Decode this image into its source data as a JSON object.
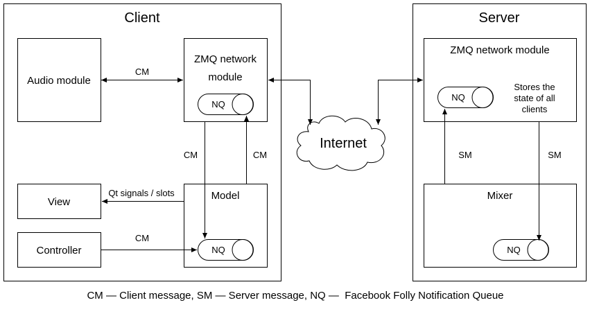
{
  "groups": {
    "client": "Client",
    "server": "Server"
  },
  "nodes": {
    "audio_module": "Audio module",
    "client_zmq_line1": "ZMQ network",
    "client_zmq_line2": "module",
    "view": "View",
    "controller": "Controller",
    "model": "Model",
    "server_zmq": "ZMQ network module",
    "stores_line1": "Stores the",
    "stores_line2": "state of all",
    "stores_line3": "clients",
    "mixer": "Mixer",
    "internet": "Internet",
    "nq": "NQ"
  },
  "edges": {
    "audio_zmq": "CM",
    "zmq_to_model": "CM",
    "model_to_zmq": "CM",
    "model_view": "Qt signals / slots",
    "controller_model": "CM",
    "server_nq_up": "SM",
    "server_mixer_down": "SM"
  },
  "legend": "CM — Client message, SM — Server message, NQ —  Facebook Folly Notification Queue"
}
